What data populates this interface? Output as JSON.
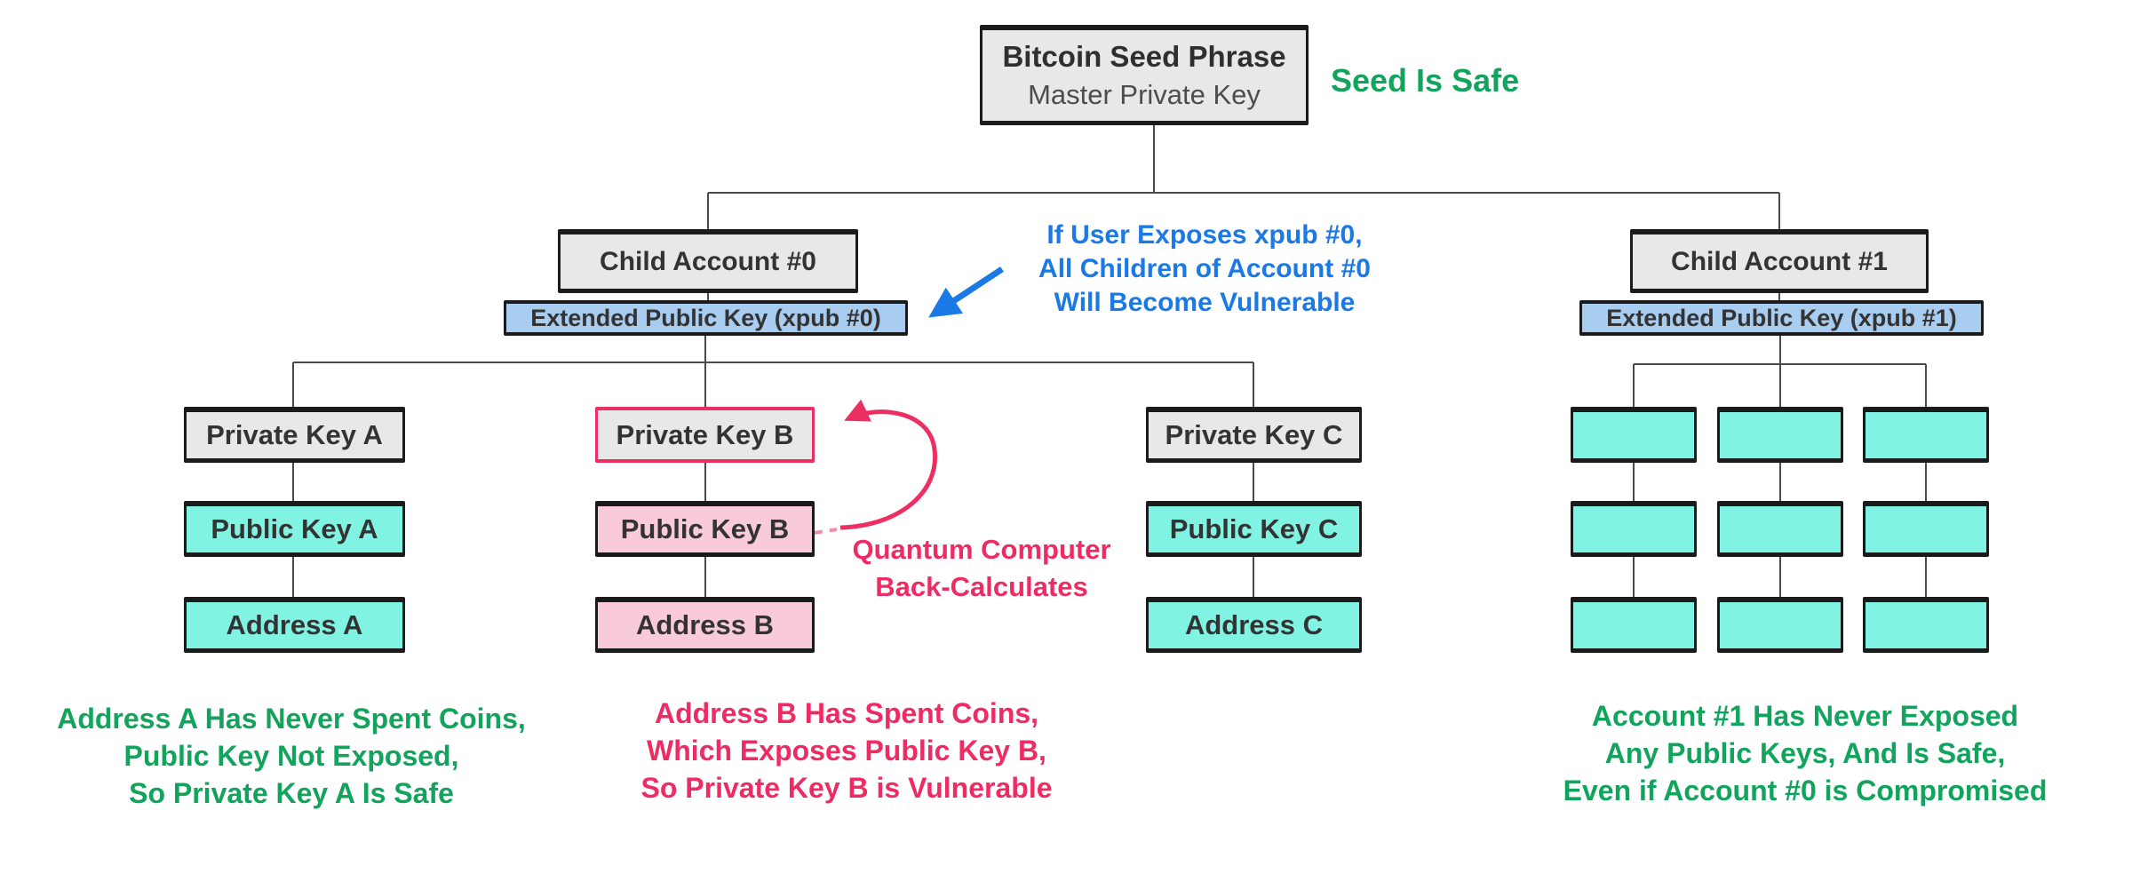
{
  "palette": {
    "gray_fill": "#e8e8e8",
    "cyan_fill": "#81f3e3",
    "pink_fill": "#f9cada",
    "blue_fill": "#a9cdf0",
    "border_dark": "#1b1b1b",
    "green_text": "#12a35c",
    "blue_text": "#1b79e6",
    "pink_text": "#ef2b63",
    "vulnerable_border": "#ec2f63"
  },
  "root": {
    "title": "Bitcoin Seed Phrase",
    "subtitle": "Master Private Key"
  },
  "annotations": {
    "seed_safe": "Seed Is Safe",
    "xpub_warning": [
      "If User Exposes xpub #0,",
      "All Children of Account #0",
      "Will Become Vulnerable"
    ],
    "quantum": [
      "Quantum Computer",
      "Back-Calculates"
    ],
    "address_a_note": [
      "Address A Has Never Spent Coins,",
      "Public Key Not Exposed,",
      "So Private Key A Is Safe"
    ],
    "address_b_note": [
      "Address B Has Spent Coins,",
      "Which Exposes Public Key B,",
      "So Private Key B is Vulnerable"
    ],
    "account1_note": [
      "Account #1 Has Never Exposed",
      "Any Public Keys, And Is Safe,",
      "Even if Account #0 is Compromised"
    ]
  },
  "accounts": {
    "account0": {
      "label": "Child Account #0",
      "xpub": "Extended Public Key (xpub #0)"
    },
    "account1": {
      "label": "Child Account #1",
      "xpub": "Extended Public Key (xpub #1)"
    }
  },
  "chains": [
    {
      "private": "Private Key A",
      "public": "Public Key A",
      "address": "Address A",
      "status": "safe"
    },
    {
      "private": "Private Key B",
      "public": "Public Key B",
      "address": "Address B",
      "status": "vulnerable"
    },
    {
      "private": "Private Key C",
      "public": "Public Key C",
      "address": "Address C",
      "status": "safe"
    }
  ],
  "account1_grid": {
    "rows": 3,
    "columns": 3
  }
}
